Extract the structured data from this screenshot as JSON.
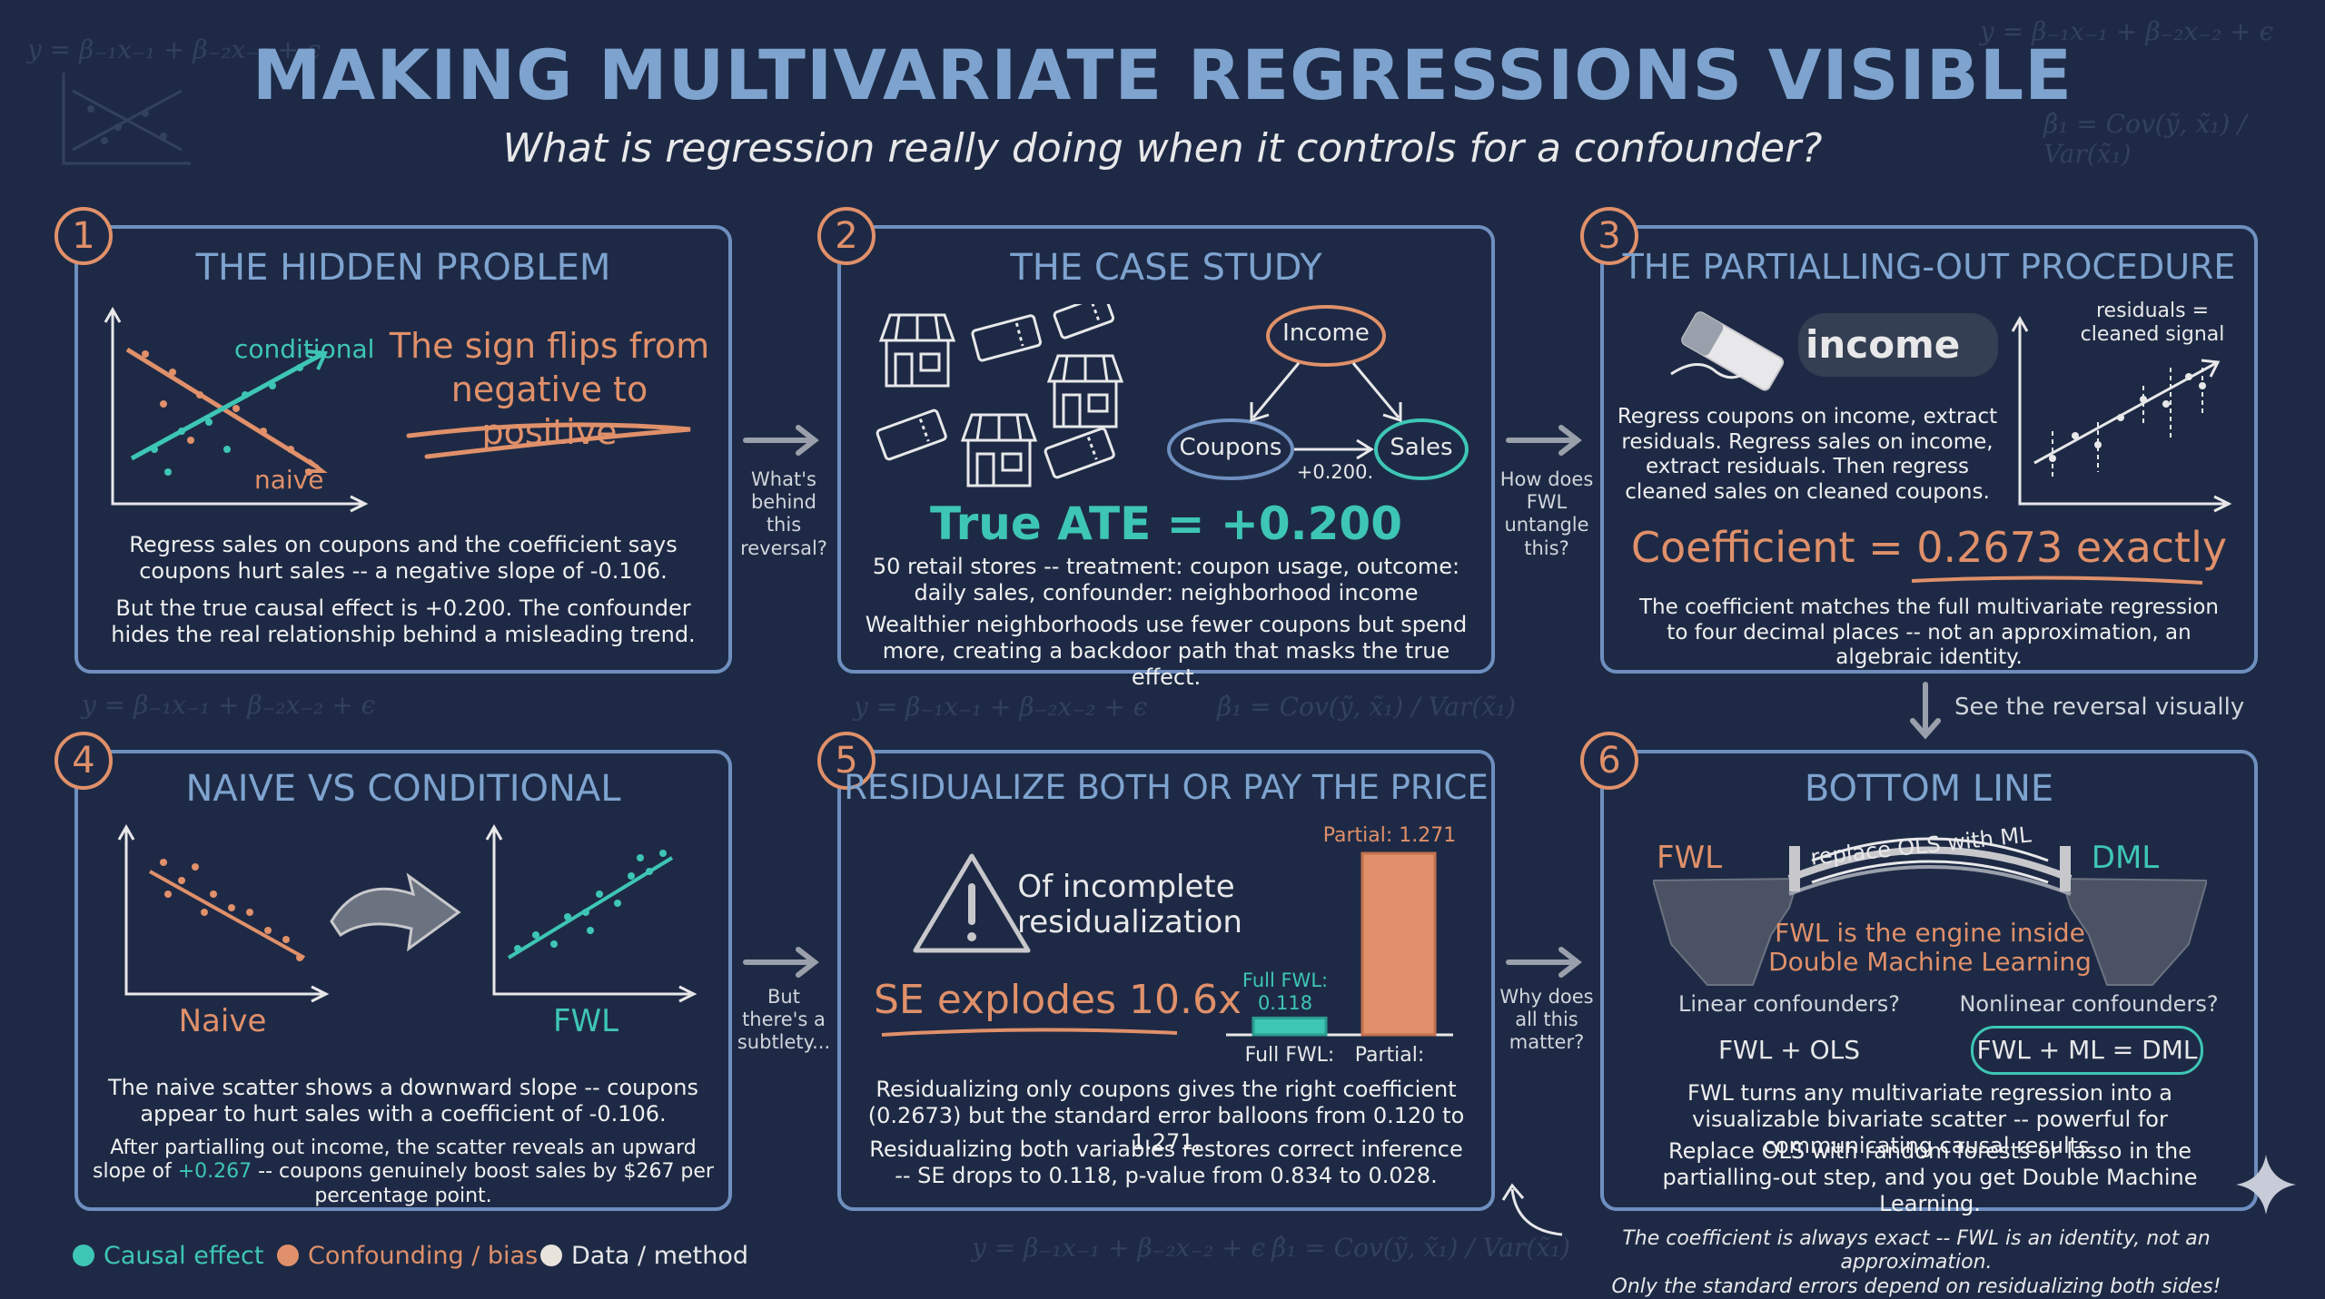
{
  "header": {
    "title": "MAKING MULTIVARIATE REGRESSIONS VISIBLE",
    "subtitle": "What is regression really doing when it controls for a confounder?"
  },
  "decor": {
    "eq1": "y = β₋₁x₋₁ + β₋₂x₋₂ + ϵ",
    "eq2": "β̂₁ = Cov(ỹ, x̃₁) / Var(x̃₁)"
  },
  "panel1": {
    "number": "1",
    "title": "THE HIDDEN PROBLEM",
    "label_conditional": "conditional",
    "label_naive": "naive",
    "callout_line1": "The sign flips from",
    "callout_line2": "negative to positive",
    "text_a": "Regress sales on coupons and the coefficient says coupons hurt sales -- a negative slope of -0.106.",
    "text_b": "But the true causal effect is +0.200. The confounder hides the real relationship behind a misleading trend."
  },
  "arrow12": "What's behind this reversal?",
  "panel2": {
    "number": "2",
    "title": "THE CASE STUDY",
    "node_income": "Income",
    "node_coupons": "Coupons",
    "node_sales": "Sales",
    "edge_label": "+0.200.",
    "ate": "True ATE = +0.200",
    "text_a": "50 retail stores -- treatment: coupon usage, outcome: daily sales, confounder: neighborhood income",
    "text_b": "Wealthier neighborhoods use fewer coupons but spend more, creating a backdoor path that masks the true effect."
  },
  "arrow23": "How does FWL untangle this?",
  "panel3": {
    "number": "3",
    "title": "THE PARTIALLING-OUT PROCEDURE",
    "erased_word": "income",
    "residual_label_1": "residuals =",
    "residual_label_2": "cleaned signal",
    "text_a": "Regress coupons on income, extract residuals. Regress sales on income, extract residuals. Then regress cleaned sales on cleaned coupons.",
    "coefficient": "Coefficient = 0.2673 exactly",
    "text_b": "The coefficient matches the full multivariate regression to four decimal places -- not an approximation, an algebraic identity."
  },
  "arrow36": "See the reversal visually",
  "panel4": {
    "number": "4",
    "title": "NAIVE VS CONDITIONAL",
    "label_naive": "Naive",
    "label_fwl": "FWL",
    "text_a": "The naive scatter shows a downward slope -- coupons appear to hurt sales with a coefficient of -0.106.",
    "text_b_pre": "After partialling out income, the scatter reveals an upward slope of ",
    "text_b_value": "+0.267",
    "text_b_post": " -- coupons genuinely boost sales by $267 per percentage point."
  },
  "arrow45": "But there's a subtlety...",
  "panel5": {
    "number": "5",
    "title": "RESIDUALIZE BOTH OR PAY THE PRICE",
    "warning_line1": "Of incomplete",
    "warning_line2": "residualization",
    "se_explodes": "SE explodes 10.6x",
    "bar_full_label": "Full FWL:",
    "bar_full_value": "0.118",
    "bar_partial_label": "Partial: 1.271",
    "axis_full": "Full FWL:",
    "axis_partial": "Partial:",
    "text_a": "Residualizing only coupons gives the right coefficient (0.2673) but the standard error balloons from 0.120 to 1.271.",
    "text_b": "Residualizing both variables restores correct inference -- SE drops to 0.118, p-value from 0.834 to 0.028."
  },
  "chart_data": {
    "type": "bar",
    "categories": [
      "Full FWL",
      "Partial"
    ],
    "values": [
      0.118,
      1.271
    ],
    "title": "",
    "xlabel": "",
    "ylabel": ""
  },
  "arrow56": "Why does all this matter?",
  "panel6": {
    "number": "6",
    "title": "BOTTOM LINE",
    "bridge_left": "FWL",
    "bridge_right": "DML",
    "bridge_sign": "replace OLS with ML",
    "bridge_caption_1": "FWL is the engine inside",
    "bridge_caption_2": "Double Machine Learning",
    "q_linear": "Linear confounders?",
    "q_nonlinear": "Nonlinear confounders?",
    "a_linear": "FWL + OLS",
    "a_nonlinear": "FWL + ML = DML",
    "text_a": "FWL turns any multivariate regression into a visualizable bivariate scatter -- powerful for communicating causal results.",
    "text_b": "Replace OLS with random forests or lasso in the partialling-out step, and you get Double Machine Learning."
  },
  "legend": {
    "causal": "Causal effect",
    "confounding": "Confounding / bias",
    "data": "Data / method",
    "colors": {
      "causal": "#3ec6b5",
      "confounding": "#e0906a",
      "data": "#e8e4dc"
    }
  },
  "footnote": {
    "line1": "The coefficient is always exact -- FWL is an identity, not an approximation.",
    "line2": "Only the standard errors depend on residualizing both sides!"
  }
}
